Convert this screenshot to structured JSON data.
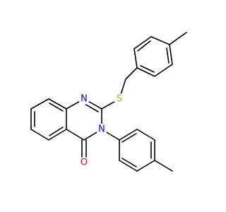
{
  "molecule": {
    "atoms": [
      {
        "id": "N1",
        "symbol": "N",
        "color": "#0000ff"
      },
      {
        "id": "S",
        "symbol": "S",
        "color": "#b8a800"
      },
      {
        "id": "N3",
        "symbol": "N",
        "color": "#0000ff"
      },
      {
        "id": "O",
        "symbol": "O",
        "color": "#ff0000"
      }
    ]
  }
}
